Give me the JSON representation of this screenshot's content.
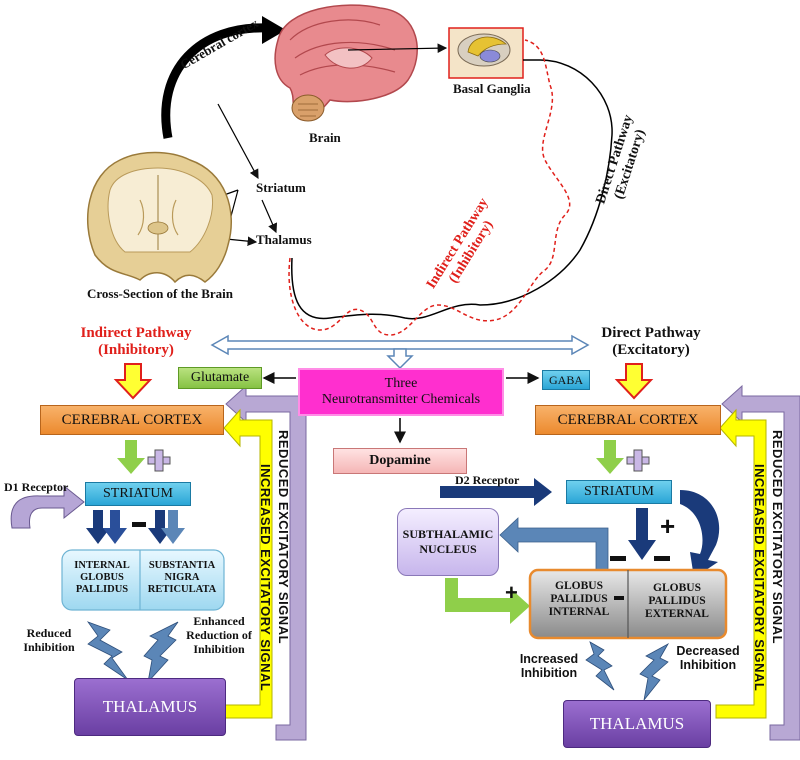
{
  "top": {
    "brain_label": "Brain",
    "basal_ganglia_label": "Basal Ganglia",
    "cerebral_cortex_label": "Cerebral cortex",
    "striatum_label": "Striatum",
    "thalamus_label": "Thalamus",
    "cross_section_label": "Cross-Section of the Brain",
    "indirect_label_1": "Indirect Pathway",
    "indirect_label_2": "(Inhibitory)",
    "direct_label_1": "Direct Pathway",
    "direct_label_2": "(Excitatory)"
  },
  "center": {
    "indirect_title_1": "Indirect Pathway",
    "indirect_title_2": "(Inhibitory)",
    "direct_title_1": "Direct Pathway",
    "direct_title_2": "(Excitatory)",
    "chemicals_line1": "Three",
    "chemicals_line2": "Neurotransmitter Chemicals",
    "glutamate": "Glutamate",
    "gaba": "GABA",
    "dopamine": "Dopamine"
  },
  "left": {
    "cortex": "CEREBRAL CORTEX",
    "striatum": "STRIATUM",
    "d1_receptor": "D1 Receptor",
    "internal_globus": "INTERNAL GLOBUS PALLIDUS",
    "substantia": "SUBSTANTIA NIGRA RETICULATA",
    "reduced_inhibition": "Reduced Inhibition",
    "enhanced_reduction": "Enhanced Reduction of Inhibition",
    "thalamus": "THALAMUS",
    "reduced_signal": "REDUCED EXCITATORY SIGNAL",
    "increased_signal": "INCREASED EXCITATORY SIGNAL",
    "plus": "+",
    "minus": "−"
  },
  "right": {
    "cortex": "CEREBRAL CORTEX",
    "striatum": "STRIATUM",
    "d2_receptor": "D2 Receptor",
    "subthalamic": "SUBTHALAMIC NUCLEUS",
    "gp_internal": "GLOBUS PALLIDUS INTERNAL",
    "gp_external": "GLOBUS PALLIDUS EXTERNAL",
    "increased_inhibition": "Increased Inhibition",
    "decreased_inhibition": "Decreased Inhibition",
    "thalamus": "THALAMUS",
    "reduced_signal": "REDUCED EXCITATORY SIGNAL",
    "increased_signal": "INCREASED EXCITATORY SIGNAL",
    "plus": "+",
    "minus": "−"
  },
  "colors": {
    "indirect_red": "#e0201b",
    "dark_blue_arrow": "#1a3a7a",
    "steel_blue_arrow": "#5b86b7",
    "green_arrow": "#8fcf4a",
    "yellow_signal": "#ffff00",
    "lavender_signal": "#b8a8d4"
  }
}
